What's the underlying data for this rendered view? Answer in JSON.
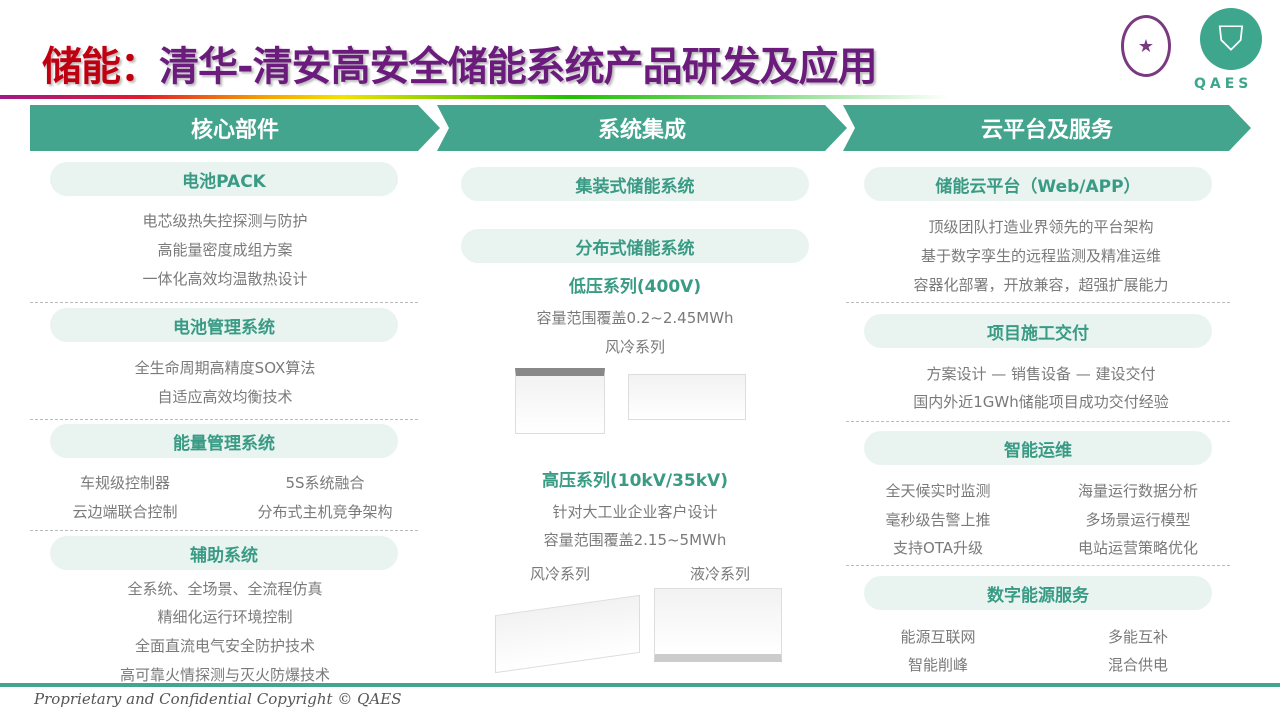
{
  "title": {
    "prefix": "储能：",
    "main": "清华-清安高安全储能系统产品研发及应用"
  },
  "logo": {
    "brand": "QAES",
    "icon": "qaes-logo-icon",
    "seal": "tsinghua-seal"
  },
  "columns": [
    {
      "header": "核心部件",
      "sections": [
        {
          "title": "电池PACK",
          "lines": [
            "电芯级热失控探测与防护",
            "高能量密度成组方案",
            "一体化高效均温散热设计"
          ]
        },
        {
          "title": "电池管理系统",
          "lines": [
            "全生命周期高精度SOX算法",
            "自适应高效均衡技术"
          ]
        },
        {
          "title": "能量管理系统",
          "grid": [
            "车规级控制器",
            "5S系统融合",
            "云边端联合控制",
            "分布式主机竞争架构"
          ]
        },
        {
          "title": "辅助系统",
          "lines": [
            "全系统、全场景、全流程仿真",
            "精细化运行环境控制",
            "全面直流电气安全防护技术",
            "高可靠火情探测与灭火防爆技术"
          ]
        }
      ]
    },
    {
      "header": "系统集成",
      "sections": [
        {
          "title": "集装式储能系统"
        },
        {
          "title": "分布式储能系统",
          "low": {
            "title": "低压系列",
            "voltage": "(400V)",
            "capacity": "容量范围覆盖0.2~2.45MWh",
            "cooling": "风冷系列"
          },
          "high": {
            "title": "高压系列",
            "voltage": "(10kV/35kV)",
            "target": "针对大工业企业客户设计",
            "capacity": "容量范围覆盖2.15~5MWh",
            "cooling_air": "风冷系列",
            "cooling_liquid": "液冷系列"
          }
        }
      ]
    },
    {
      "header": "云平台及服务",
      "sections": [
        {
          "title": "储能云平台（Web/APP）",
          "lines": [
            "顶级团队打造业界领先的平台架构",
            "基于数字孪生的远程监测及精准运维",
            "容器化部署，开放兼容，超强扩展能力"
          ]
        },
        {
          "title": "项目施工交付",
          "lines": [
            "方案设计 — 销售设备 — 建设交付",
            "国内外近1GWh储能项目成功交付经验"
          ]
        },
        {
          "title": "智能运维",
          "grid": [
            "全天候实时监测",
            "海量运行数据分析",
            "毫秒级告警上推",
            "多场景运行模型",
            "支持OTA升级",
            "电站运营策略优化"
          ]
        },
        {
          "title": "数字能源服务",
          "grid": [
            "能源互联网",
            "多能互补",
            "智能削峰",
            "混合供电"
          ]
        }
      ]
    }
  ],
  "footer": "Proprietary and Confidential Copyright © QAES",
  "colors": {
    "teal": "#44a58f",
    "purple": "#6a1b7c",
    "red": "#c00010"
  }
}
